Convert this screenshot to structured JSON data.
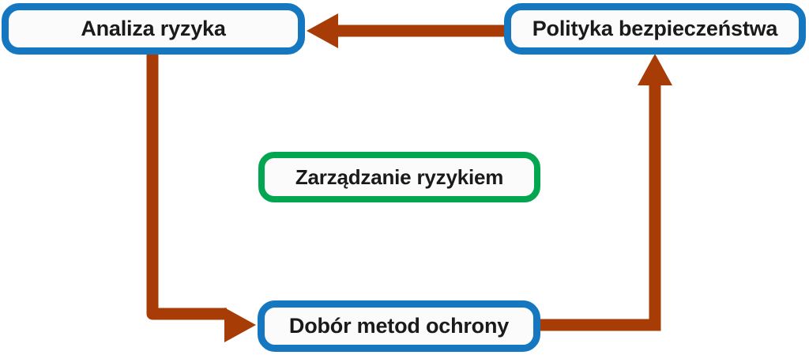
{
  "diagram": {
    "title": "Zarządzanie ryzykiem",
    "type": "cycle-flowchart",
    "colors": {
      "node_border_blue": "#1577c0",
      "node_border_green": "#03a650",
      "arrow": "#a83c06",
      "node_fill": "#fbfbfb",
      "text": "#1a1a1a",
      "background": "#ffffff"
    },
    "nodes": [
      {
        "id": "analiza-ryzyka",
        "label": "Analiza ryzyka",
        "border_color": "#1577c0",
        "shape": "rounded-rectangle"
      },
      {
        "id": "polityka-bezpieczenstwa",
        "label": "Polityka bezpieczeństwa",
        "border_color": "#1577c0",
        "shape": "rounded-rectangle"
      },
      {
        "id": "zarzadzanie-ryzykiem",
        "label": "Zarządzanie ryzykiem",
        "border_color": "#03a650",
        "shape": "rounded-rectangle"
      },
      {
        "id": "dobor-metod-ochrony",
        "label": "Dobór metod ochrony",
        "border_color": "#1577c0",
        "shape": "rounded-rectangle"
      }
    ],
    "connectors": [
      {
        "id": "polityka-to-analiza",
        "from": "polityka-bezpieczenstwa",
        "to": "analiza-ryzyka",
        "direction": "right-to-left",
        "color": "#a83c06"
      },
      {
        "id": "analiza-to-dobor",
        "from": "analiza-ryzyka",
        "to": "dobor-metod-ochrony",
        "direction": "down-then-right",
        "color": "#a83c06"
      },
      {
        "id": "dobor-to-polityka",
        "from": "dobor-metod-ochrony",
        "to": "polityka-bezpieczenstwa",
        "direction": "right-then-up",
        "color": "#a83c06"
      }
    ]
  }
}
